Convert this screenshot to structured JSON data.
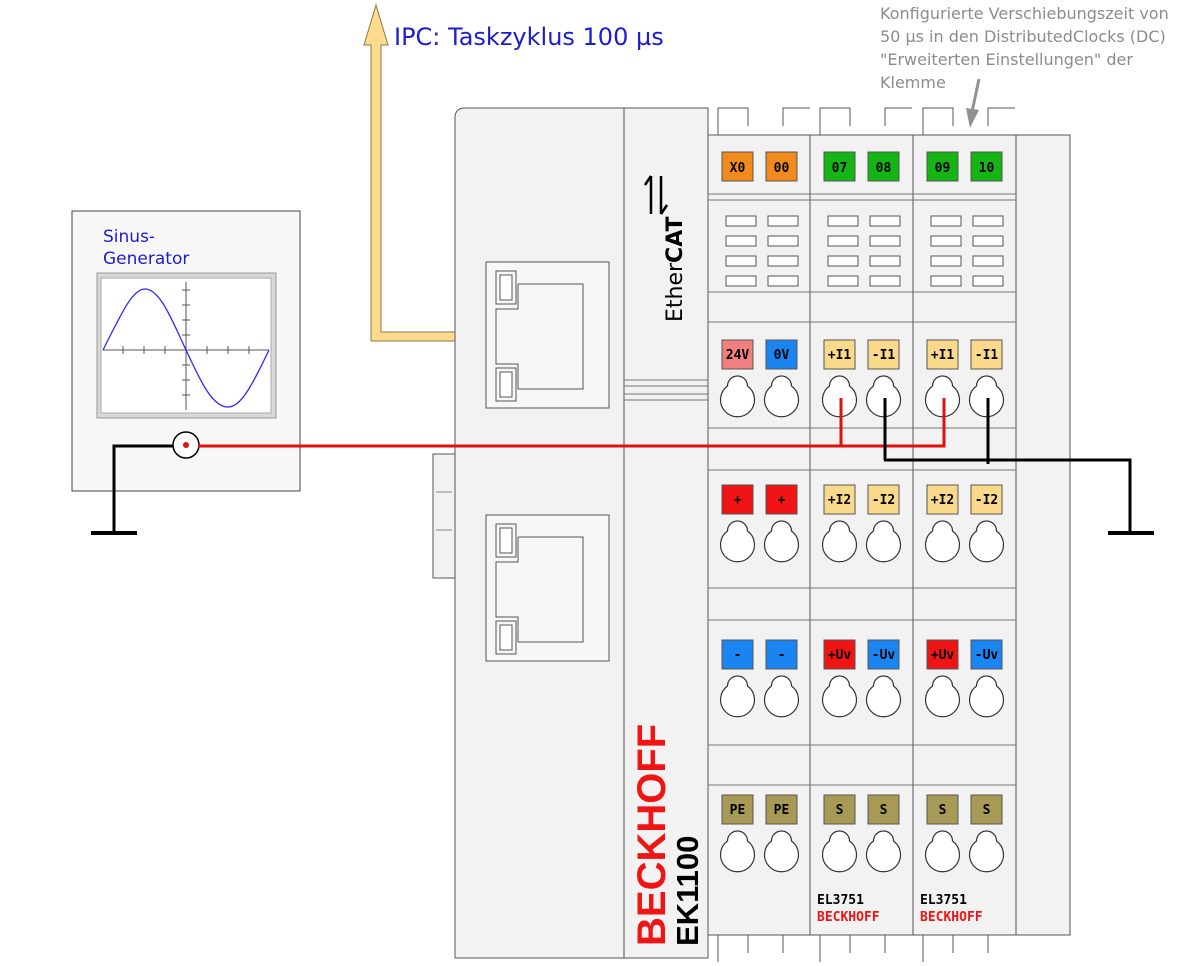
{
  "ipc_label": "IPC: Taskzyklus 100 µs",
  "note_lines": [
    "Konfigurierte Verschiebungszeit von",
    "50 µs in den DistributedClocks (DC)",
    "\"Erweiterten Einstellungen\" der",
    "Klemme"
  ],
  "generator": {
    "title_line1": "Sinus-",
    "title_line2": "Generator"
  },
  "coupler": {
    "brand": "BECKHOFF",
    "model": "EK1100",
    "logo_ether": "Ether",
    "logo_cat": "CAT",
    "leds": [
      "X0",
      "00"
    ],
    "row1": [
      "24V",
      "0V"
    ],
    "row2": [
      "+",
      "+"
    ],
    "row3": [
      "-",
      "-"
    ],
    "row4": [
      "PE",
      "PE"
    ]
  },
  "terminal1": {
    "model": "EL3751",
    "brand": "BECKHOFF",
    "leds": [
      "07",
      "08"
    ],
    "row1": [
      "+I1",
      "-I1"
    ],
    "row2": [
      "+I2",
      "-I2"
    ],
    "row3": [
      "+Uv",
      "-Uv"
    ],
    "row4": [
      "S",
      "S"
    ]
  },
  "terminal2": {
    "model": "EL3751",
    "brand": "BECKHOFF",
    "leds": [
      "09",
      "10"
    ],
    "row1": [
      "+I1",
      "-I1"
    ],
    "row2": [
      "+I2",
      "-I2"
    ],
    "row3": [
      "+Uv",
      "-Uv"
    ],
    "row4": [
      "S",
      "S"
    ]
  },
  "colors": {
    "orange": "#f08a1c",
    "green": "#15b515",
    "red": "#f01414",
    "pink": "#f08080",
    "blue": "#1a84f0",
    "yellow": "#fbd98a",
    "olive": "#a79a56",
    "wire_red": "#e01010",
    "wire_black": "#000000",
    "ipc_arrow": "#fddb8e"
  }
}
